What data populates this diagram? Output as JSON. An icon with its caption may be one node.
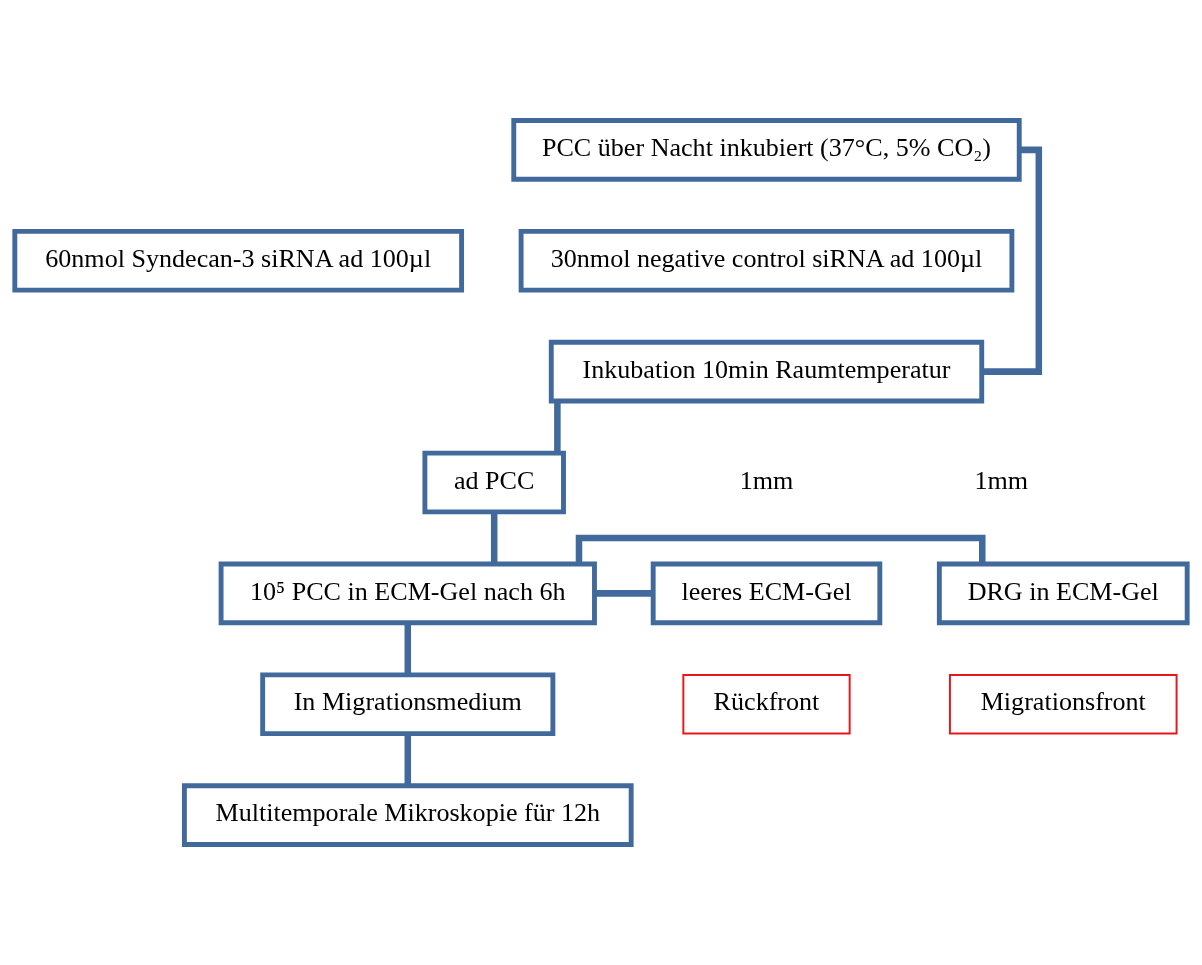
{
  "diagram": {
    "nodes": [
      {
        "text": [
          "PCC über Nacht inkubiert (37°C, 5% CO₂)"
        ]
      },
      {
        "text": [
          "60nmol Syndecan-3 siRNA ad 100µl"
        ]
      },
      {
        "text": [
          "30nmol negative control siRNA ad 100µl"
        ]
      },
      {
        "text": [
          "Inkubation 10min Raumtemperatur"
        ]
      },
      {
        "text": [
          "ad PCC"
        ]
      },
      {
        "text": [
          "leeres ECM-Gel"
        ]
      },
      {
        "text": [
          "10⁵ PCC in ECM-Gel nach 6h"
        ]
      },
      {
        "text": [
          "DRG in ECM-Gel"
        ]
      },
      {
        "text": [
          "Rückfront"
        ]
      },
      {
        "text": [
          "Migrationsfront"
        ]
      },
      {
        "text": [
          "In Migrationsmedium"
        ]
      },
      {
        "text": [
          "Multitemporale Mikroskopie für 12h"
        ]
      }
    ],
    "edges": [
      {
        "from": 0,
        "to": 3,
        "arrow": "none"
      },
      {
        "from": 3,
        "to": 4,
        "arrow": "none"
      },
      {
        "from": 4,
        "to": 6,
        "arrow": "none"
      },
      {
        "from": 5,
        "to": 6,
        "arrow": "none"
      },
      {
        "from": 6,
        "to": 7,
        "arrow": "none"
      },
      {
        "from": 6,
        "to": 10,
        "arrow": "none"
      },
      {
        "from": 10,
        "to": 11,
        "arrow": "none"
      }
    ],
    "labels": [
      "1mm",
      "1mm"
    ]
  }
}
